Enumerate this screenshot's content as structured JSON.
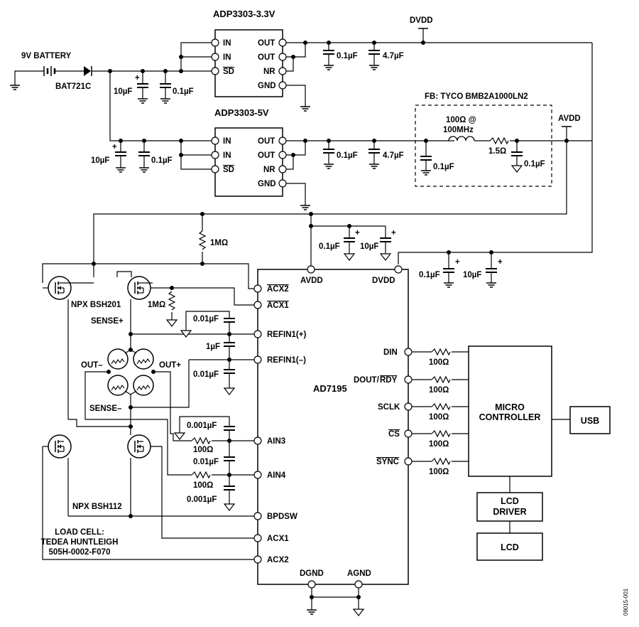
{
  "regulators": {
    "reg1_title": "ADP3303-3.3V",
    "reg2_title": "ADP3303-5V",
    "pin_in": "IN",
    "pin_sd": "SD",
    "pin_out": "OUT",
    "pin_nr": "NR",
    "pin_gnd": "GND"
  },
  "power": {
    "battery": "9V BATTERY",
    "diode": "BAT721C",
    "dvdd": "DVDD",
    "avdd": "AVDD",
    "ferrite": "FB: TYCO BMB2A1000LN2",
    "ferrite_spec_1": "100Ω @",
    "ferrite_spec_2": "100MHz",
    "r_1_5": "1.5Ω"
  },
  "values": {
    "c10u": "10µF",
    "c01u": "0.1µF",
    "c47u": "4.7µF",
    "c001u": "0.01µF",
    "c1u": "1µF",
    "c0001u": "0.001µF",
    "r1m": "1MΩ",
    "r100": "100Ω"
  },
  "adc": {
    "name": "AD7195",
    "avdd": "AVDD",
    "dvdd": "DVDD",
    "acx2b": "ACX2",
    "acx1b": "ACX1",
    "refin_p": "REFIN1(+)",
    "refin_m": "REFIN1(–)",
    "ain3": "AIN3",
    "ain4": "AIN4",
    "bpdsw": "BPDSW",
    "acx1": "ACX1",
    "acx2": "ACX2",
    "dgnd": "DGND",
    "agnd": "AGND",
    "din": "DIN",
    "dout": "DOUT/",
    "rdy": "RDY",
    "sclk": "SCLK",
    "cs": "CS",
    "sync": "SYNC"
  },
  "bridge": {
    "mosfet_top": "NPX BSH201",
    "mosfet_bottom": "NPX BSH112",
    "sense_p": "SENSE+",
    "sense_m": "SENSE–",
    "out_m": "OUT–",
    "out_p": "OUT+",
    "load_cell_1": "LOAD CELL:",
    "load_cell_2": "TEDEA HUNTLEIGH",
    "load_cell_3": "505H-0002-F070"
  },
  "blocks": {
    "micro_1": "MICRO",
    "micro_2": "CONTROLLER",
    "usb": "USB",
    "lcd_driver_1": "LCD",
    "lcd_driver_2": "DRIVER",
    "lcd": "LCD"
  },
  "figure_id": "09015-001"
}
